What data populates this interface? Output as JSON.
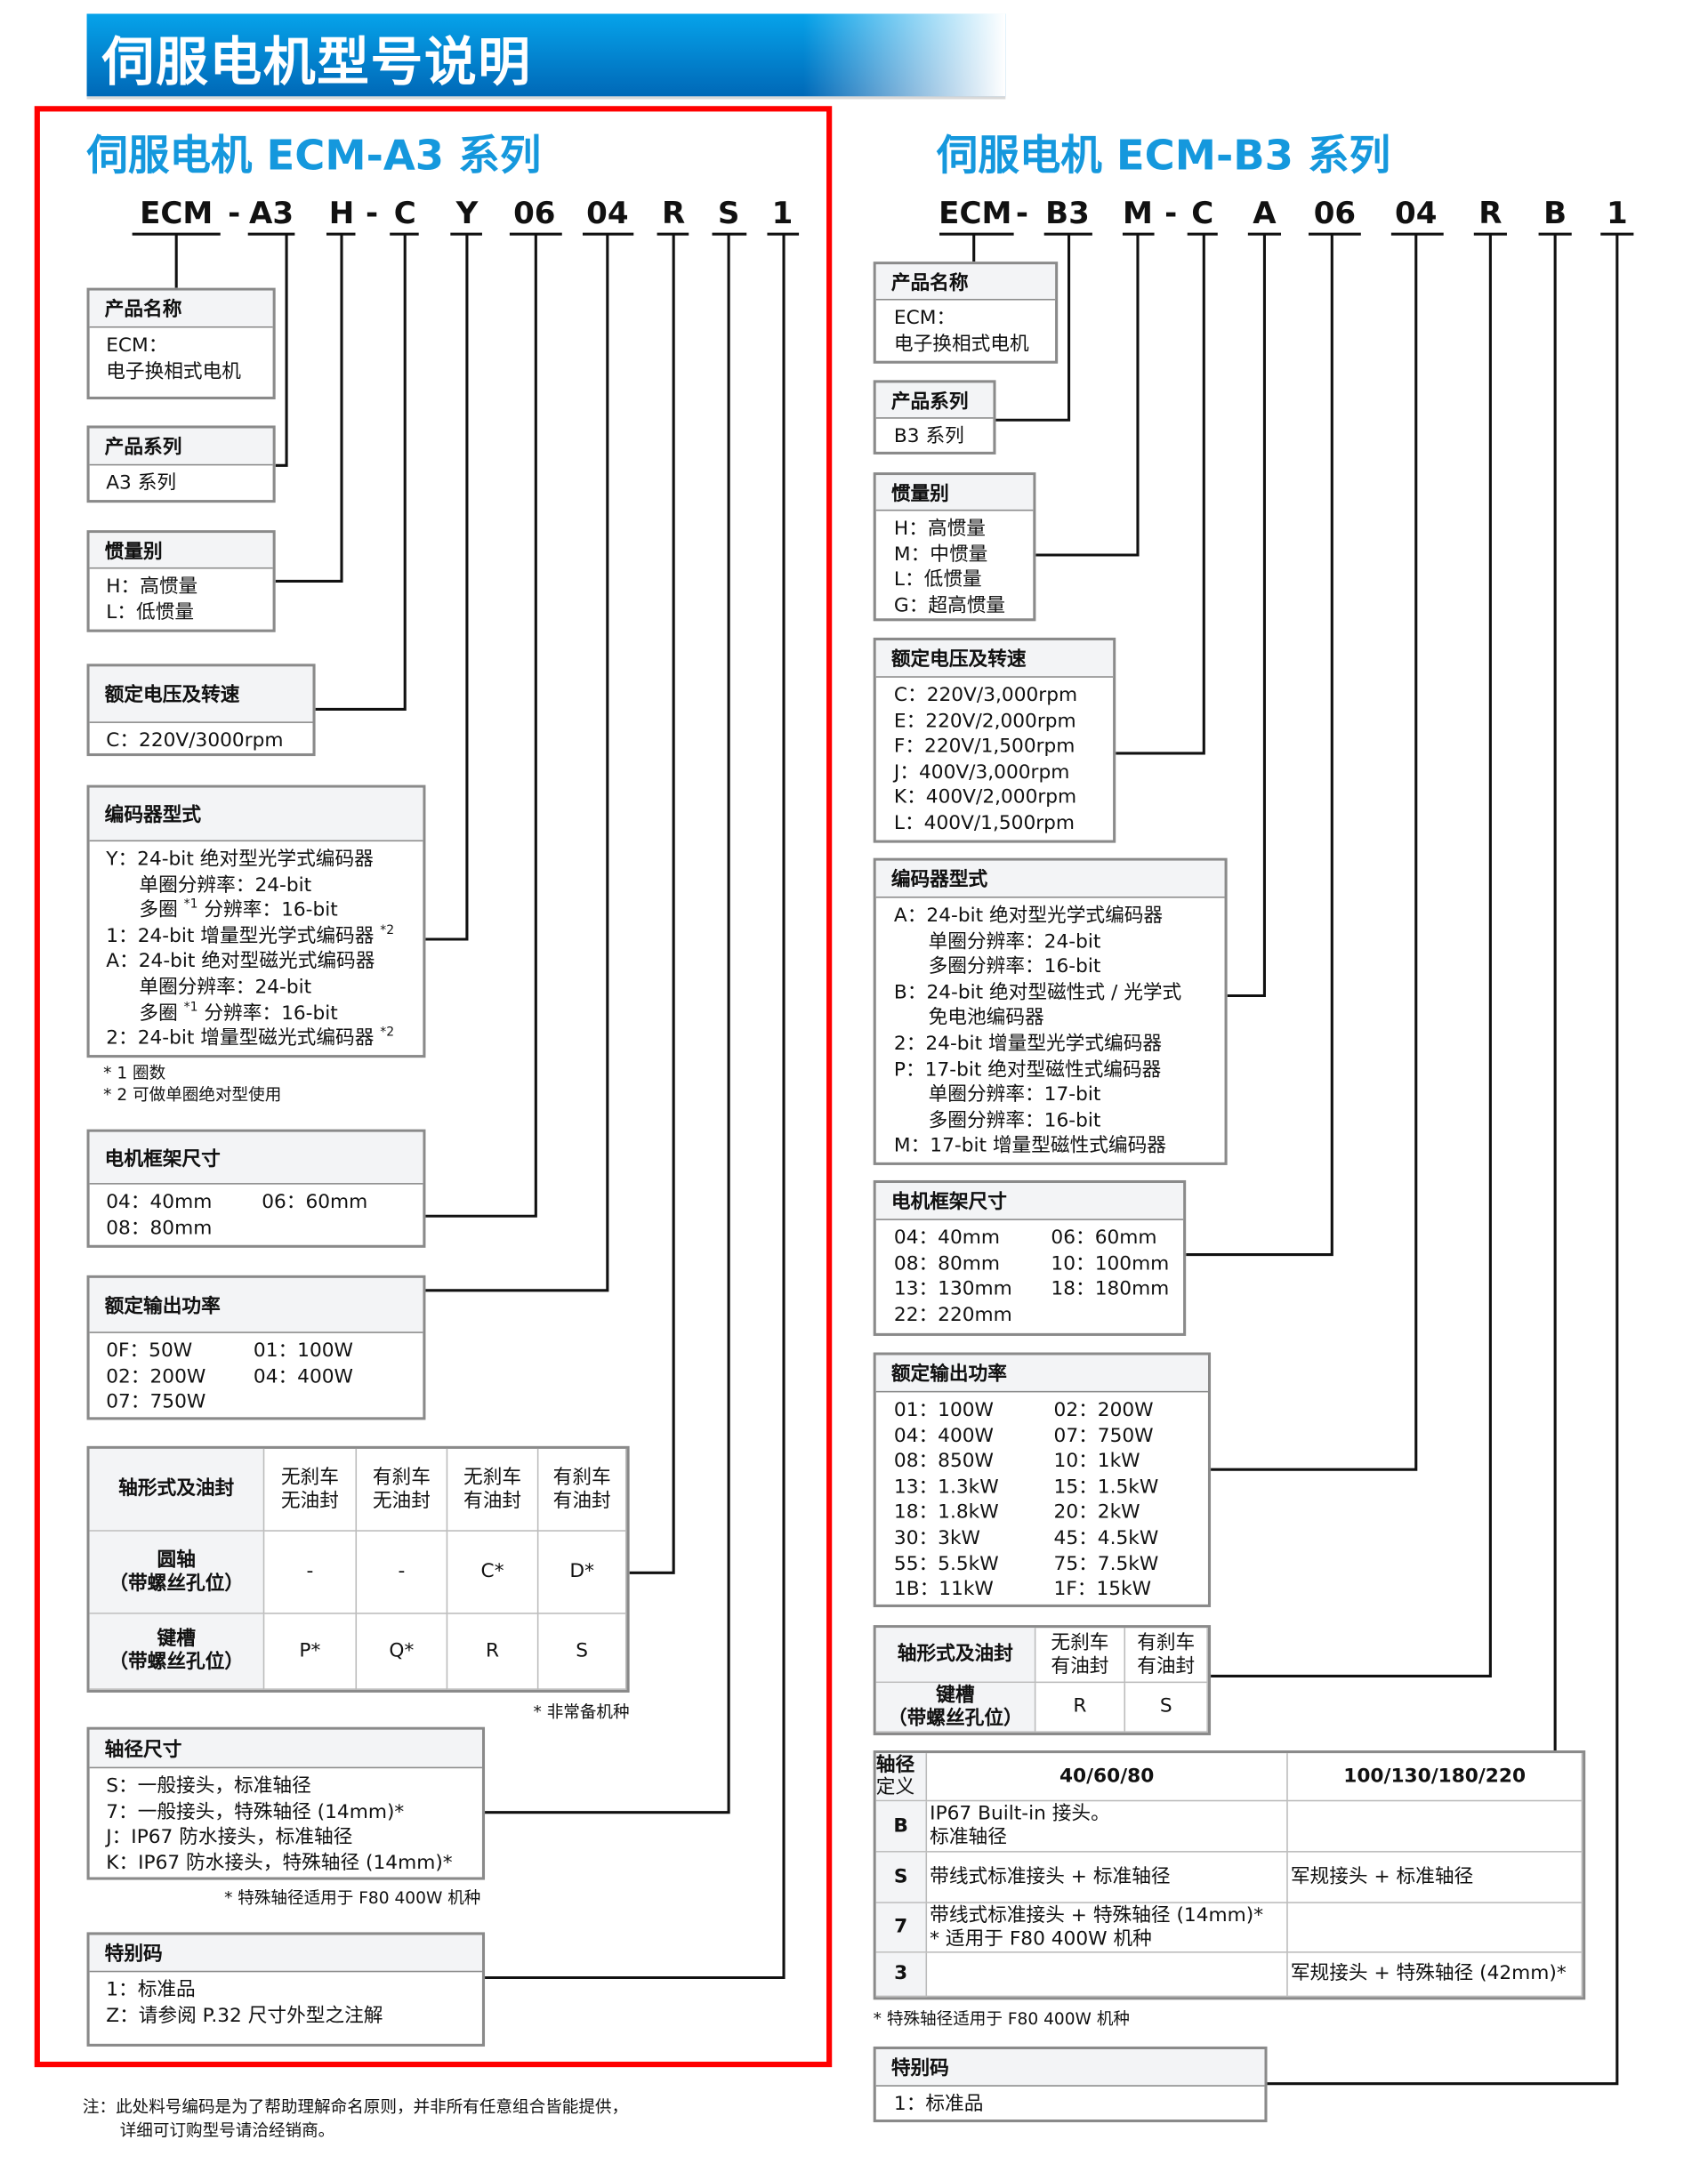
{
  "page_title": "伺服电机型号说明",
  "left": {
    "title": "伺服电机 ECM-A3 系列",
    "code": [
      "ECM",
      "-",
      "A3",
      "H",
      "-",
      "C",
      "Y",
      "06",
      "04",
      "R",
      "S",
      "1"
    ],
    "boxes": {
      "name": {
        "header": "产品名称",
        "lines": [
          {
            "t": "ECM："
          },
          {
            "t": "电子换相式电机"
          }
        ]
      },
      "series": {
        "header": "产品系列",
        "lines": [
          {
            "t": "A3 系列"
          }
        ]
      },
      "inertia": {
        "header": "惯量别",
        "lines": [
          {
            "t": "H：高惯量"
          },
          {
            "t": "L：低惯量"
          }
        ]
      },
      "voltage": {
        "header": "额定电压及转速",
        "lines": [
          {
            "t": "C：220V/3000rpm"
          }
        ]
      },
      "encoder": {
        "header": "编码器型式",
        "lines": [
          {
            "t": "Y：24-bit 绝对型光学式编码器"
          },
          {
            "t": "单圈分辨率：24-bit"
          },
          {
            "t": "多圈 ",
            "sup": "*1",
            "t2": " 分辨率：16-bit"
          },
          {
            "t": "1：24-bit 增量型光学式编码器 ",
            "sup": "*2"
          },
          {
            "t": "A：24-bit 绝对型磁光式编码器"
          },
          {
            "t": "单圈分辨率：24-bit"
          },
          {
            "t": "多圈 ",
            "sup": "*1",
            "t2": " 分辨率：16-bit"
          },
          {
            "t": "2：24-bit 增量型磁光式编码器 ",
            "sup": "*2"
          }
        ]
      },
      "frame": {
        "header": "电机框架尺寸",
        "grid": [
          "04：40mm",
          "06：60mm",
          "08：80mm"
        ]
      },
      "power": {
        "header": "额定输出功率",
        "grid": [
          "0F：50W",
          "01：100W",
          "02：200W",
          "04：400W",
          "07：750W"
        ]
      },
      "shaftsize": {
        "header": "轴径尺寸",
        "lines": [
          {
            "t": "S：一般接头，标准轴径"
          },
          {
            "t": "7：一般接头，特殊轴径 (14mm)*"
          },
          {
            "t": "J：IP67 防水接头，标准轴径"
          },
          {
            "t": "K：IP67 防水接头，特殊轴径 (14mm)*"
          }
        ]
      },
      "special": {
        "header": "特别码",
        "lines": [
          {
            "t": "1：标准品"
          },
          {
            "t": "Z：请参阅 P.32 尺寸外型之注解"
          }
        ]
      }
    },
    "encoder_notes": [
      "* 1 圈数",
      "* 2 可做单圈绝对型使用"
    ],
    "shaft_table": {
      "corner": "轴形式及油封",
      "cols": [
        [
          "无刹车",
          "无油封"
        ],
        [
          "有刹车",
          "无油封"
        ],
        [
          "无刹车",
          "有油封"
        ],
        [
          "有刹车",
          "有油封"
        ]
      ],
      "rows": [
        {
          "label": [
            "圆轴",
            "（带螺丝孔位）"
          ],
          "cells": [
            "-",
            "-",
            "C*",
            "D*"
          ]
        },
        {
          "label": [
            "键槽",
            "（带螺丝孔位）"
          ],
          "cells": [
            "P*",
            "Q*",
            "R",
            "S"
          ]
        }
      ],
      "note": "* 非常备机种"
    },
    "shaftsize_note": "* 特殊轴径适用于 F80 400W 机种"
  },
  "right": {
    "title": "伺服电机 ECM-B3 系列",
    "code": [
      "ECM",
      "-",
      "B3",
      "M",
      "-",
      "C",
      "A",
      "06",
      "04",
      "R",
      "B",
      "1"
    ],
    "boxes": {
      "name": {
        "header": "产品名称",
        "lines": [
          {
            "t": "ECM："
          },
          {
            "t": "电子换相式电机"
          }
        ]
      },
      "series": {
        "header": "产品系列",
        "lines": [
          {
            "t": "B3 系列"
          }
        ]
      },
      "inertia": {
        "header": "惯量别",
        "lines": [
          {
            "t": "H：高惯量"
          },
          {
            "t": "M：中惯量"
          },
          {
            "t": "L：低惯量"
          },
          {
            "t": "G：超高惯量"
          }
        ]
      },
      "voltage": {
        "header": "额定电压及转速",
        "lines": [
          {
            "t": "C：220V/3,000rpm"
          },
          {
            "t": "E：220V/2,000rpm"
          },
          {
            "t": "F：220V/1,500rpm"
          },
          {
            "t": "J：400V/3,000rpm"
          },
          {
            "t": "K：400V/2,000rpm"
          },
          {
            "t": "L：400V/1,500rpm"
          }
        ]
      },
      "encoder": {
        "header": "编码器型式",
        "lines": [
          {
            "t": "A：24-bit 绝对型光学式编码器"
          },
          {
            "t": "单圈分辨率：24-bit"
          },
          {
            "t": "多圈分辨率：16-bit"
          },
          {
            "t": "B：24-bit 绝对型磁性式 / 光学式"
          },
          {
            "t": "免电池编码器"
          },
          {
            "t": "2：24-bit 增量型光学式编码器"
          },
          {
            "t": "P：17-bit 绝对型磁性式编码器"
          },
          {
            "t": "单圈分辨率：17-bit"
          },
          {
            "t": "多圈分辨率：16-bit"
          },
          {
            "t": "M：17-bit 增量型磁性式编码器"
          }
        ]
      },
      "frame": {
        "header": "电机框架尺寸",
        "grid": [
          "04：40mm",
          "06：60mm",
          "08：80mm",
          "10：100mm",
          "13：130mm",
          "18：180mm",
          "22：220mm"
        ]
      },
      "power": {
        "header": "额定输出功率",
        "grid": [
          "01：100W",
          "02：200W",
          "04：400W",
          "07：750W",
          "08：850W",
          "10：1kW",
          "13：1.3kW",
          "15：1.5kW",
          "18：1.8kW",
          "20：2kW",
          "30：3kW",
          "45：4.5kW",
          "55：5.5kW",
          "75：7.5kW",
          "1B：11kW",
          "1F：15kW"
        ]
      },
      "special": {
        "header": "特别码",
        "lines": [
          {
            "t": "1：标准品"
          }
        ]
      }
    },
    "shaft_table": {
      "corner": "轴形式及油封",
      "cols": [
        [
          "无刹车",
          "有油封"
        ],
        [
          "有刹车",
          "有油封"
        ]
      ],
      "rows": [
        {
          "label": [
            "键槽",
            "（带螺丝孔位）"
          ],
          "cells": [
            "R",
            "S"
          ]
        }
      ]
    },
    "diameter_table": {
      "corner": [
        "轴径",
        "定义"
      ],
      "cols": [
        "40/60/80",
        "100/130/180/220"
      ],
      "rows": [
        {
          "code": "B",
          "cells": [
            [
              "IP67 Built-in 接头。",
              "标准轴径"
            ],
            []
          ]
        },
        {
          "code": "S",
          "cells": [
            [
              "带线式标准接头 + 标准轴径"
            ],
            [
              "军规接头 + 标准轴径"
            ]
          ]
        },
        {
          "code": "7",
          "cells": [
            [
              "带线式标准接头 + 特殊轴径 (14mm)*",
              "* 适用于 F80 400W 机种"
            ],
            []
          ]
        },
        {
          "code": "3",
          "cells": [
            [],
            [
              "军规接头 + 特殊轴径 (42mm)*"
            ]
          ]
        }
      ],
      "note": "* 特殊轴径适用于 F80 400W 机种"
    }
  },
  "footer": [
    "注：此处料号编码是为了帮助理解命名原则，并非所有任意组合皆能提供，",
    "详细可订购型号请洽经销商。"
  ],
  "colors": {
    "banner": "#0068b7",
    "subtitle": "#1598dd",
    "highlight": "#ff0000",
    "border": "#8a8a8a"
  }
}
